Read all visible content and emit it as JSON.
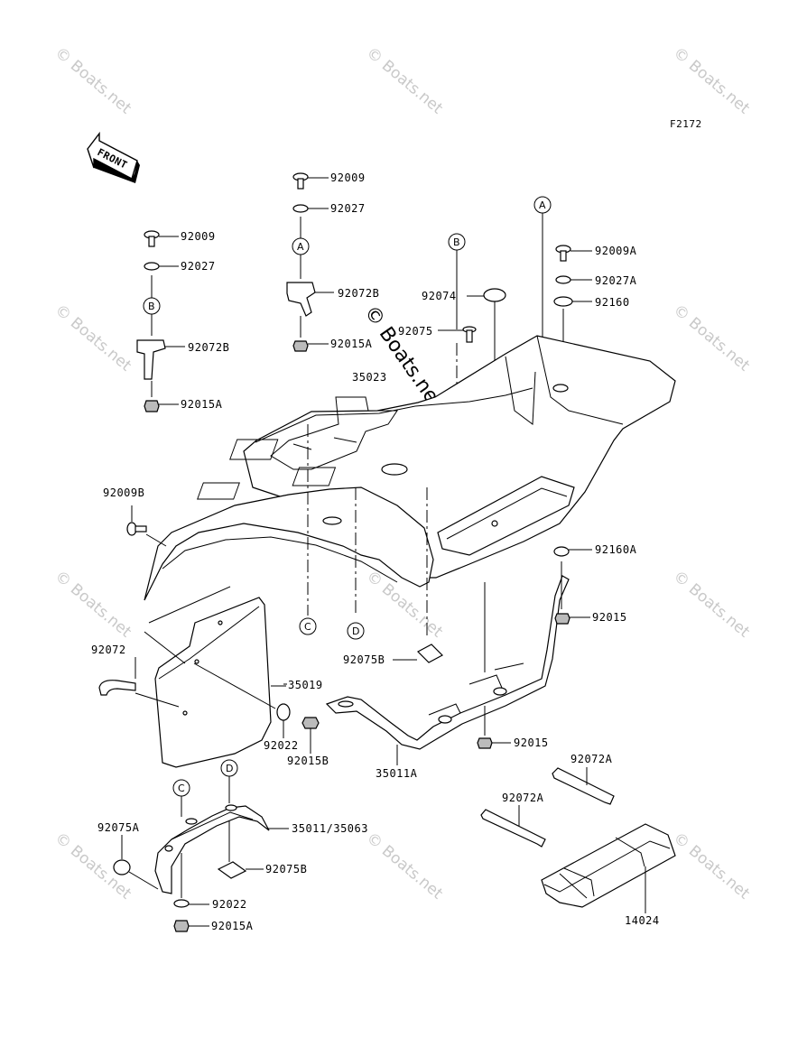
{
  "figure_code": "F2172",
  "front_label": "FRONT",
  "watermark_text": "© Boats.net",
  "parts": [
    {
      "id": "p1",
      "label": "92009"
    },
    {
      "id": "p2",
      "label": "92027"
    },
    {
      "id": "p3",
      "label": "92072B"
    },
    {
      "id": "p4",
      "label": "92015A"
    },
    {
      "id": "p5",
      "label": "92009"
    },
    {
      "id": "p6",
      "label": "92027"
    },
    {
      "id": "p7",
      "label": "92072B"
    },
    {
      "id": "p8",
      "label": "92015A"
    },
    {
      "id": "p9",
      "label": "92074"
    },
    {
      "id": "p10",
      "label": "92075"
    },
    {
      "id": "p11",
      "label": "35023"
    },
    {
      "id": "p12",
      "label": "92009A"
    },
    {
      "id": "p13",
      "label": "92027A"
    },
    {
      "id": "p14",
      "label": "92160"
    },
    {
      "id": "p15",
      "label": "92009B"
    },
    {
      "id": "p16",
      "label": "92160A"
    },
    {
      "id": "p17",
      "label": "92015"
    },
    {
      "id": "p18",
      "label": "92075B"
    },
    {
      "id": "p19",
      "label": "92072"
    },
    {
      "id": "p20",
      "label": "35019"
    },
    {
      "id": "p21",
      "label": "92022"
    },
    {
      "id": "p22",
      "label": "92015B"
    },
    {
      "id": "p23",
      "label": "35011A"
    },
    {
      "id": "p24",
      "label": "92015"
    },
    {
      "id": "p25",
      "label": "92072A"
    },
    {
      "id": "p26",
      "label": "92072A"
    },
    {
      "id": "p27",
      "label": "92075A"
    },
    {
      "id": "p28",
      "label": "35011/35063"
    },
    {
      "id": "p29",
      "label": "92075B"
    },
    {
      "id": "p30",
      "label": "92022"
    },
    {
      "id": "p31",
      "label": "92015A"
    },
    {
      "id": "p32",
      "label": "14024"
    }
  ],
  "callouts": {
    "a": "A",
    "b": "B",
    "c": "C",
    "d": "D"
  }
}
